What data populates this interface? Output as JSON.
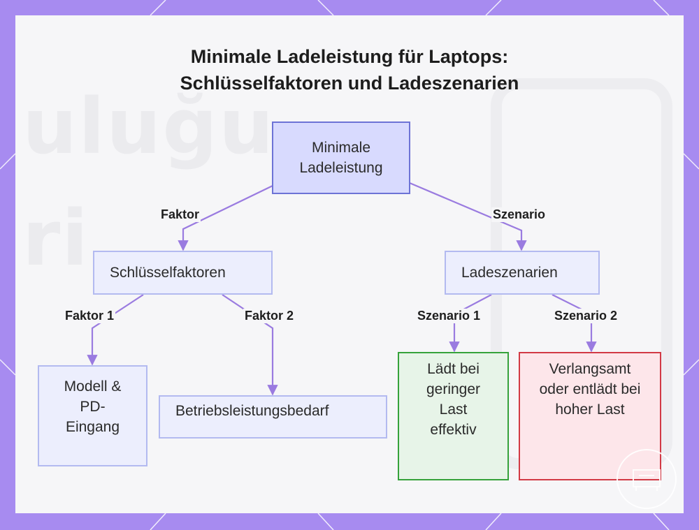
{
  "title": {
    "line1": "Minimale Ladeleistung für Laptops:",
    "line2": "Schlüsselfaktoren und Ladeszenarien"
  },
  "nodes": {
    "root": "Minimale Ladeleistung",
    "factors": "Schlüsselfaktoren",
    "scenarios": "Ladeszenarien",
    "factor1": "Modell & PD-Eingang",
    "factor2": "Betriebsleistungsbedarf",
    "scenario1": "Lädt bei geringer Last effektiv",
    "scenario2": "Verlangsamt oder entlädt bei hoher Last"
  },
  "edges": {
    "root_to_factors": "Faktor",
    "root_to_scenarios": "Szenario",
    "factors_to_factor1": "Faktor 1",
    "factors_to_factor2": "Faktor 2",
    "scenarios_to_scenario1": "Szenario 1",
    "scenarios_to_scenario2": "Szenario 2"
  },
  "colors": {
    "frame": "#a78bf0",
    "edge": "#9a7be0",
    "root_border": "#6d73d6",
    "green_border": "#36a23b",
    "red_border": "#d23a45"
  }
}
